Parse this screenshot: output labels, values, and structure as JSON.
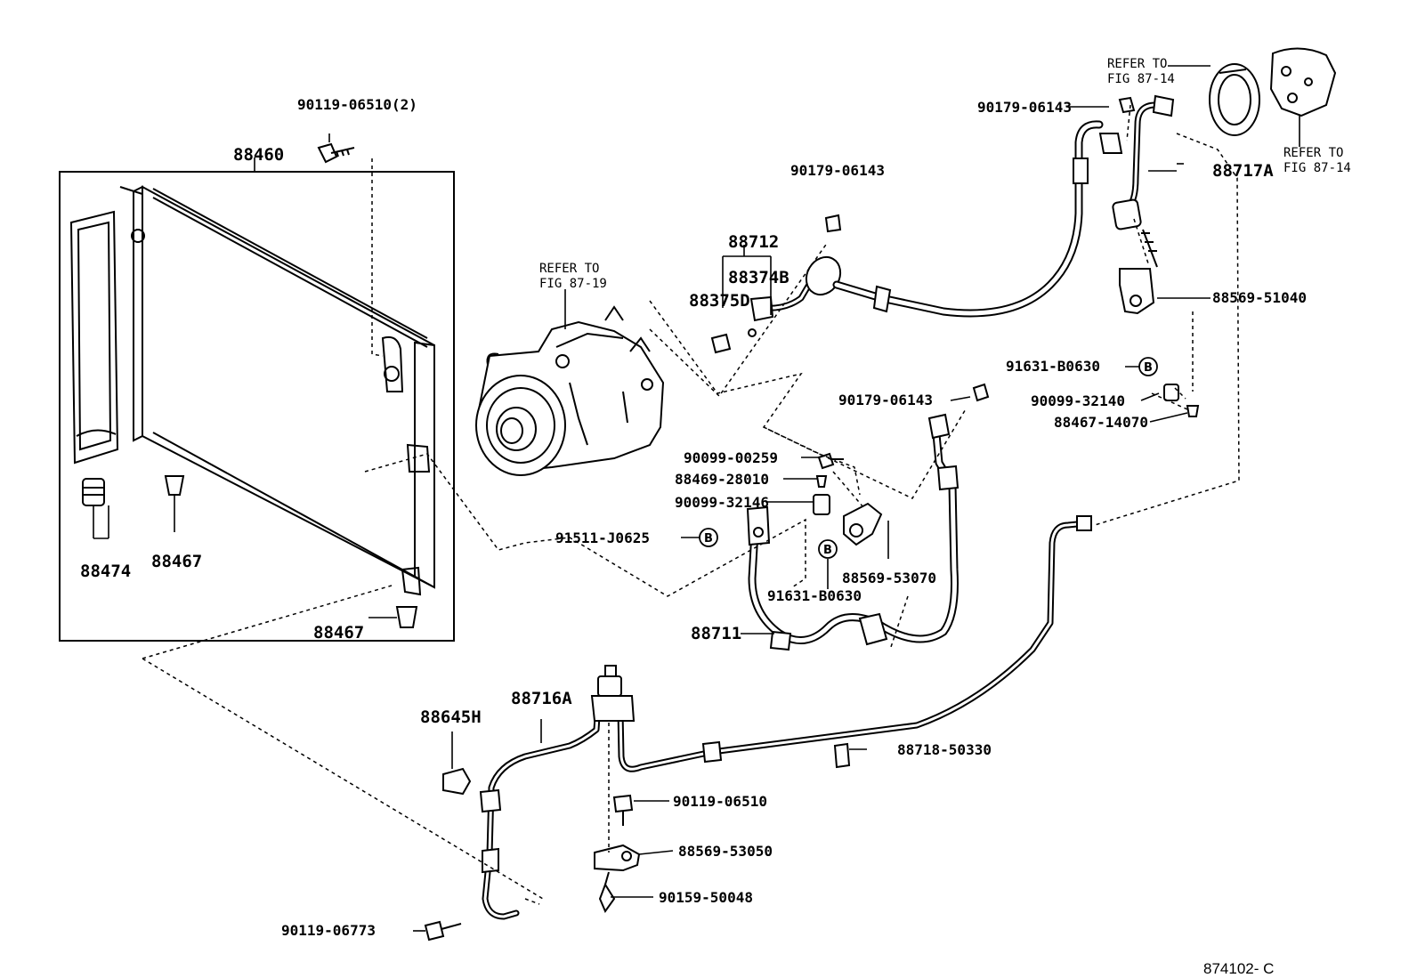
{
  "figure_id": "874102- C",
  "badge_letter": "B",
  "labels": {
    "p90119_06510_2": "90119-06510(2)",
    "p88460": "88460",
    "p88474": "88474",
    "p88467_a": "88467",
    "p88467_b": "88467",
    "ref_87_19_line1": "REFER TO",
    "ref_87_19_line2": "FIG 87-19",
    "p90179_06143_a": "90179-06143",
    "p88712": "88712",
    "p88374b": "88374B",
    "p88375d": "88375D",
    "ref_87_14a_line1": "REFER TO",
    "ref_87_14a_line2": "FIG 87-14",
    "ref_87_14b_line1": "REFER TO",
    "ref_87_14b_line2": "FIG 87-14",
    "p90179_06143_b": "90179-06143",
    "p88717a": "88717A",
    "p88569_51040": "88569-51040",
    "p91631_b0630_a": "91631-B0630",
    "p90099_32140": "90099-32140",
    "p88467_14070": "88467-14070",
    "p90179_06143_c": "90179-06143",
    "p90099_00259": "90099-00259",
    "p88469_28010": "88469-28010",
    "p90099_32146": "90099-32146",
    "p91511_j0625": "91511-J0625",
    "p88569_53070": "88569-53070",
    "p91631_b0630_b": "91631-B0630",
    "p88711": "88711",
    "p88716a": "88716A",
    "p88645h": "88645H",
    "p88718_50330": "88718-50330",
    "p90119_06510": "90119-06510",
    "p88569_53050": "88569-53050",
    "p90159_50048": "90159-50048",
    "p90119_06773": "90119-06773"
  }
}
